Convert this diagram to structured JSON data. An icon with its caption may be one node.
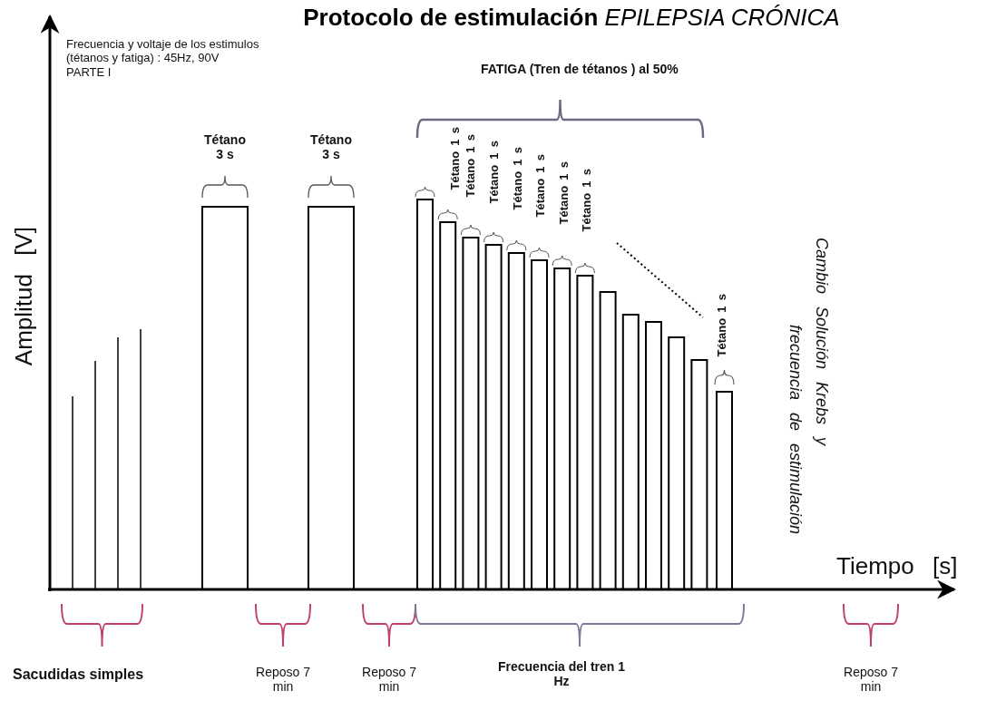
{
  "diagram": {
    "title": "**Protocolo de estimulación** *EPILEPSIA CRÓNICA*",
    "labels": [
      "Frecuencia y voltaje de los estimulos (tétanos y fatiga) : 45Hz, 90V",
      "PARTE I",
      "FATIGA (Tren de tétanos ) al 50%",
      "Tétano 3 s",
      "Tétano 3 s",
      "Tétano 1 s",
      "Tétano 1 s",
      "Tétano 1 s",
      "Tétano 1 s",
      "Tétano 1 s",
      "Tétano 1 s",
      "Tétano 1 s",
      "Amplitud [V]",
      "Cambio Solución Krebs y",
      "frecuencia de estimulación",
      "Tétano 1 s",
      "Tiempo [s]",
      "Sacudidas simples",
      "Reposo 7 min",
      "Reposo 7 min",
      "Frecuencia del tren 1 Hz",
      "Reposo 7 min"
    ]
  }
}
